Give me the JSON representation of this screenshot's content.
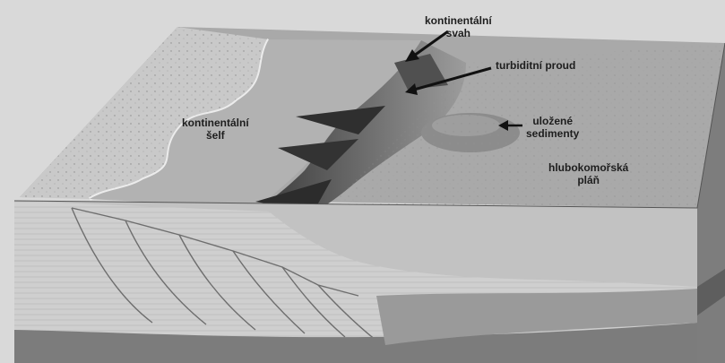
{
  "labels": {
    "slope": {
      "line1": "kontinentální",
      "line2": "svah"
    },
    "turbidity_current": "turbiditní proud",
    "shelf": {
      "line1": "kontinentální",
      "line2": "šelf"
    },
    "deposited_sediments": {
      "line1": "uložené",
      "line2": "sedimenty"
    },
    "abyssal_plain": {
      "line1": "hlubokomořská",
      "line2": "pláň"
    }
  },
  "colors": {
    "background": "#d9d9d9",
    "label_text": "#1e1e1e",
    "arrow": "#111111"
  }
}
